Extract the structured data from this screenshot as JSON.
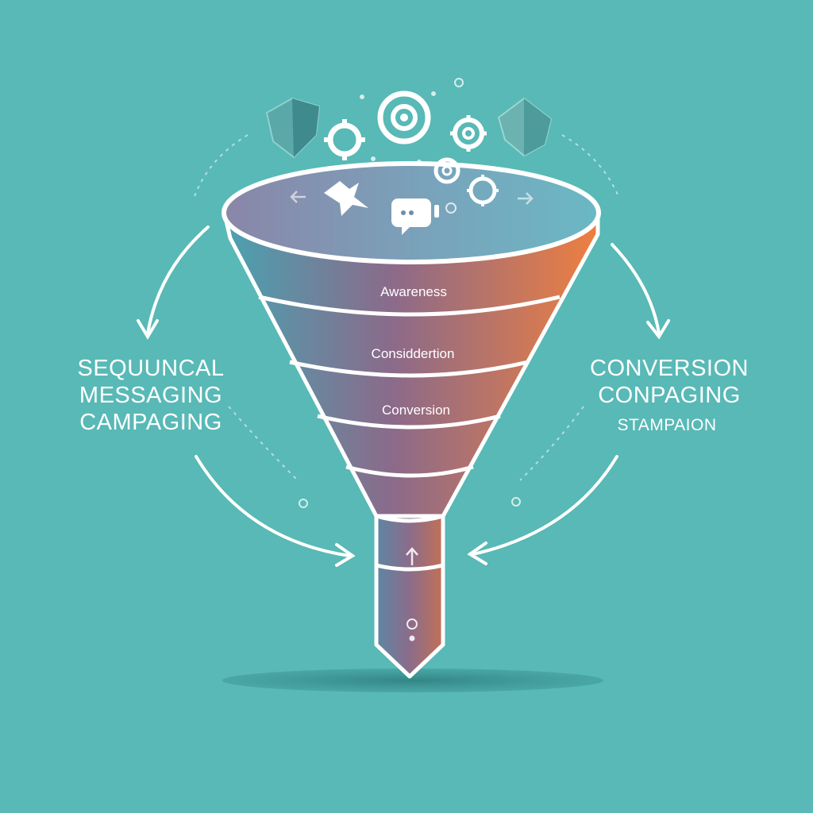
{
  "funnel": {
    "stages": [
      {
        "label": "Awareness"
      },
      {
        "label": "Considdertion"
      },
      {
        "label": "Conversion"
      }
    ]
  },
  "left_caption": {
    "lines": [
      "SEQUUNCAL",
      "MESSAGING",
      "CAMPAGING"
    ]
  },
  "right_caption": {
    "lines": [
      "CONVERSION",
      "CONPAGING"
    ],
    "sub": "STAMPAION"
  },
  "colors": {
    "background": "#58b9b6",
    "funnel_left": "#4f9dae",
    "funnel_mid": "#8a6b8a",
    "funnel_right": "#e57c46",
    "top_surface": "#7a9cb6",
    "stroke": "#ffffff"
  },
  "icons": [
    "shield-icon",
    "gear-icon",
    "target-icon",
    "chat-icon",
    "arrow-left-icon",
    "arrow-right-icon",
    "arrow-up-icon",
    "circle-dot-icon"
  ]
}
